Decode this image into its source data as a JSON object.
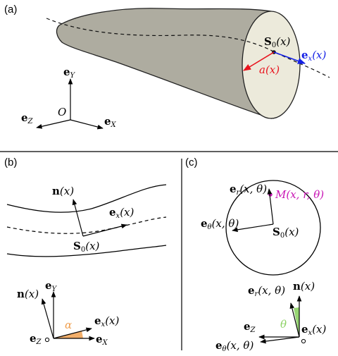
{
  "panel_a": {
    "tag": "(a)",
    "s0_label": "S",
    "s0_sub": "0",
    "s0_arg": "(x)",
    "ex_label": "e",
    "ex_sub": "x",
    "ex_arg": "(x)",
    "radius_label": "a(x)",
    "eY_label": "e",
    "eY_sub": "Y",
    "eX_label": "e",
    "eX_sub": "X",
    "eZ_label": "e",
    "eZ_sub": "Z",
    "origin_label": "O"
  },
  "panel_b": {
    "tag": "(b)",
    "n_label": "n",
    "n_arg": "(x)",
    "ex_label": "e",
    "ex_sub": "x",
    "ex_arg": "(x)",
    "s0_label": "S",
    "s0_sub": "0",
    "s0_arg": "(x)",
    "frame_n_label": "n",
    "frame_n_arg": "(x)",
    "frame_eY_label": "e",
    "frame_eY_sub": "Y",
    "alpha_label": "α",
    "frame_ex_label": "e",
    "frame_ex_sub": "x",
    "frame_ex_arg": "(x)",
    "frame_eZ_label": "e",
    "frame_eZ_sub": "Z",
    "frame_eX_label": "e",
    "frame_eX_sub": "X"
  },
  "panel_c": {
    "tag": "(c)",
    "er_label": "e",
    "er_sub": "r",
    "er_arg": "(x, θ)",
    "M_label": "M(x, r, θ)",
    "etheta_label": "e",
    "etheta_sub": "θ",
    "etheta_arg": "(x, θ)",
    "s0_label": "S",
    "s0_sub": "0",
    "s0_arg": "(x)",
    "frame_er_label": "e",
    "frame_er_sub": "r",
    "frame_er_arg": "(x, θ)",
    "frame_n_label": "n",
    "frame_n_arg": "(x)",
    "frame_eZ_label": "e",
    "frame_eZ_sub": "Z",
    "theta_label": "θ",
    "frame_ex_label": "e",
    "frame_ex_sub": "x",
    "frame_ex_arg": "(x)",
    "frame_etheta_label": "e",
    "frame_etheta_sub": "θ",
    "frame_etheta_arg": "(x, θ)"
  },
  "colors": {
    "tube_fill": "#aeaca0",
    "tube_end": "#eceadb",
    "radius_red": "#e8141e",
    "ex_blue": "#1420e6",
    "M_magenta": "#c814b4",
    "alpha_orange": "#f0a050",
    "theta_green": "#8cd264"
  }
}
